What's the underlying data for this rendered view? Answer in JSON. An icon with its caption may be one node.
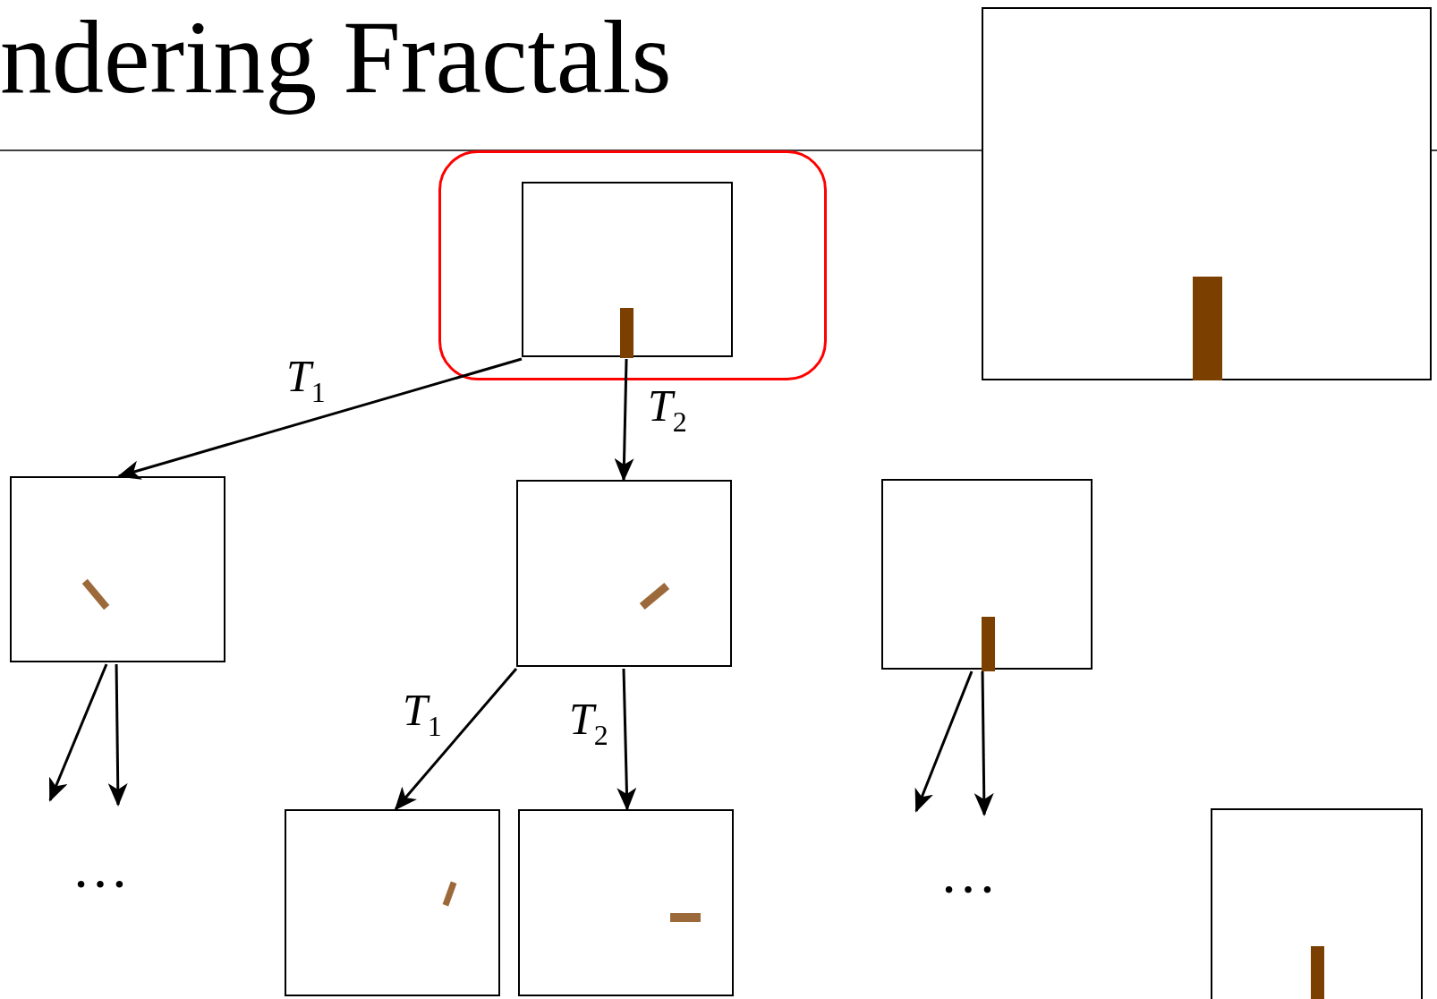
{
  "diagram": {
    "title": "ndering Fractals",
    "nodes": [
      {
        "text": [],
        "shape": "box"
      },
      {
        "text": [],
        "shape": "box",
        "in": 0
      },
      {
        "text": [],
        "shape": "box"
      },
      {
        "text": [],
        "shape": "box"
      },
      {
        "text": [],
        "shape": "box"
      },
      {
        "text": [],
        "shape": "box"
      },
      {
        "text": [],
        "shape": "box"
      },
      {
        "text": [],
        "shape": "box"
      },
      {
        "text": [],
        "shape": "box"
      }
    ],
    "edges": [
      {
        "from": 1,
        "to": 3,
        "arrow": "to",
        "label": "*T*$_{1}$"
      },
      {
        "from": 1,
        "to": 4,
        "arrow": "to",
        "label": "*T*$_{2}$"
      },
      {
        "from": 4,
        "to": 6,
        "arrow": "to",
        "label": "*T*$_{1}$"
      },
      {
        "from": 4,
        "to": 7,
        "arrow": "to",
        "label": "*T*$_{2}$"
      },
      {
        "from": 3,
        "to": null,
        "arrow": "to"
      },
      {
        "from": 3,
        "to": null,
        "arrow": "to"
      },
      {
        "from": 5,
        "to": null,
        "arrow": "to"
      },
      {
        "from": 5,
        "to": null,
        "arrow": "to"
      }
    ],
    "labels": [
      "…",
      "…"
    ]
  }
}
